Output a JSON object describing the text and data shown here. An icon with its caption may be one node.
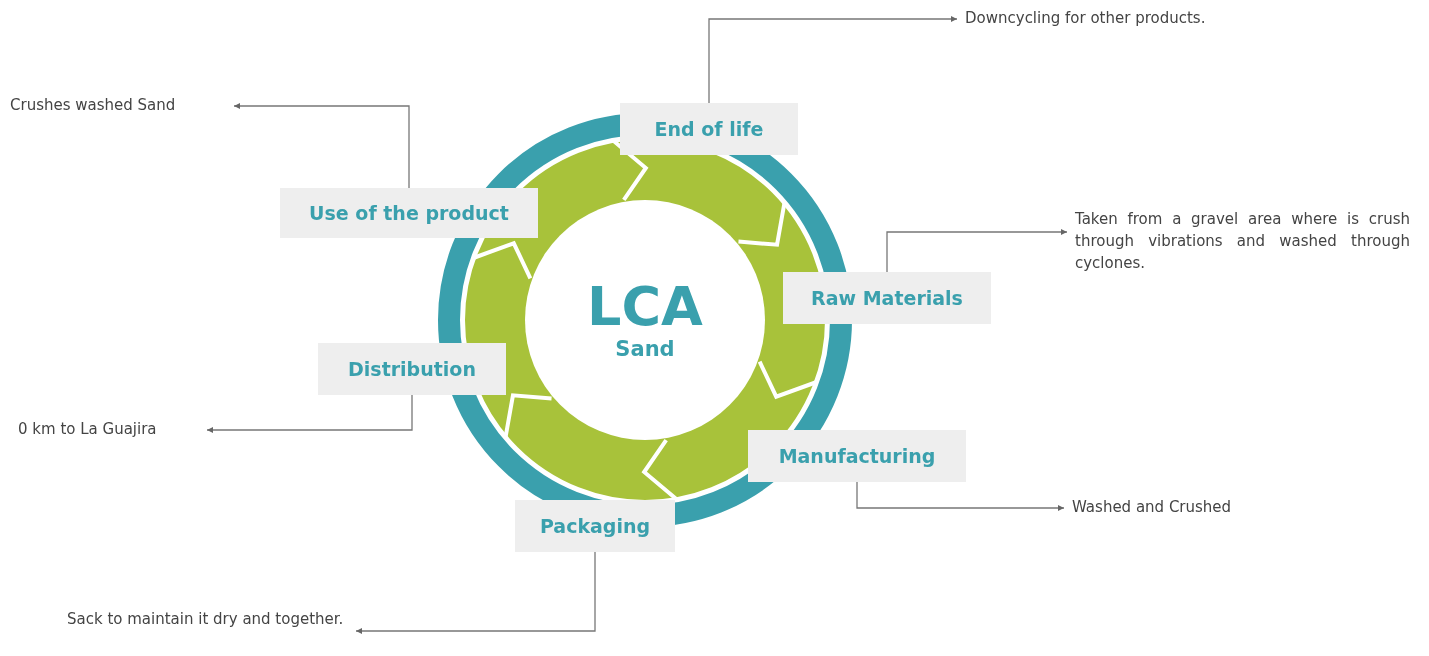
{
  "diagram": {
    "nodes": [
      {
        "text": [
          "LCA",
          "Sand"
        ]
      },
      {
        "text": [
          "End of life"
        ]
      },
      {
        "text": [
          "Use of the product"
        ]
      },
      {
        "text": [
          "Raw Materials"
        ]
      },
      {
        "text": [
          "Distribution"
        ]
      },
      {
        "text": [
          "Manufacturing"
        ]
      },
      {
        "text": [
          "Packaging"
        ]
      },
      {
        "text": [
          "Downcycling for other products."
        ]
      },
      {
        "text": [
          "Crushes washed Sand"
        ]
      },
      {
        "text": [
          "Taken from a gravel area where is crush through vibrations and washed through cyclones."
        ]
      },
      {
        "text": [
          "0 km to La Guajira"
        ]
      },
      {
        "text": [
          "Washed and Crushed"
        ]
      },
      {
        "text": [
          "Sack to maintain it dry and together."
        ]
      }
    ],
    "edges": [
      {
        "from": 1,
        "to": 7,
        "arrow": "to"
      },
      {
        "from": 2,
        "to": 8,
        "arrow": "to"
      },
      {
        "from": 3,
        "to": 9,
        "arrow": "to"
      },
      {
        "from": 4,
        "to": 10,
        "arrow": "to"
      },
      {
        "from": 5,
        "to": 11,
        "arrow": "to"
      },
      {
        "from": 6,
        "to": 12,
        "arrow": "to"
      }
    ]
  }
}
